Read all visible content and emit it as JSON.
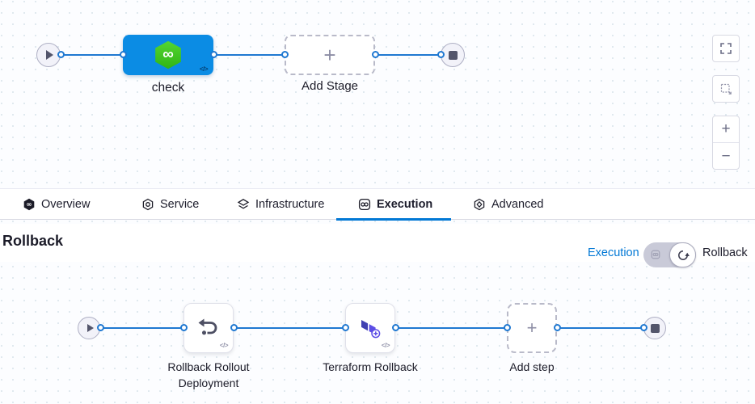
{
  "header_tabs": {
    "items": [
      {
        "label": "Overview",
        "icon": "harness-logo-icon",
        "active": false
      },
      {
        "label": "Service",
        "icon": "service-icon",
        "active": false
      },
      {
        "label": "Infrastructure",
        "icon": "infrastructure-icon",
        "active": false
      },
      {
        "label": "Execution",
        "icon": "execution-icon",
        "active": true
      },
      {
        "label": "Advanced",
        "icon": "advanced-icon",
        "active": false
      }
    ]
  },
  "top_pipeline": {
    "stage_label": "check",
    "add_stage_label": "Add Stage",
    "code_glyph": "</>",
    "plus_glyph": "+"
  },
  "canvas_controls": {
    "zoom_in_glyph": "+",
    "zoom_out_glyph": "−"
  },
  "rollback_panel": {
    "title": "Rollback",
    "mode_switch": {
      "left_label": "Execution",
      "right_label": "Rollback"
    },
    "pipeline": {
      "steps": [
        {
          "label": "Rollback Rollout Deployment",
          "icon": "rollback-arrow-icon"
        },
        {
          "label": "Terraform Rollback",
          "icon": "terraform-icon"
        }
      ],
      "add_step_label": "Add step",
      "code_glyph": "</>",
      "plus_glyph": "+"
    }
  },
  "colors": {
    "stage_blue": "#0b8ce4",
    "connector_blue": "#1f78d1",
    "link_blue": "#0278d5",
    "harness_green": "#3fc226",
    "terraform_purple": "#5c4ee5",
    "tab_underline_blue": "#0278d5"
  }
}
